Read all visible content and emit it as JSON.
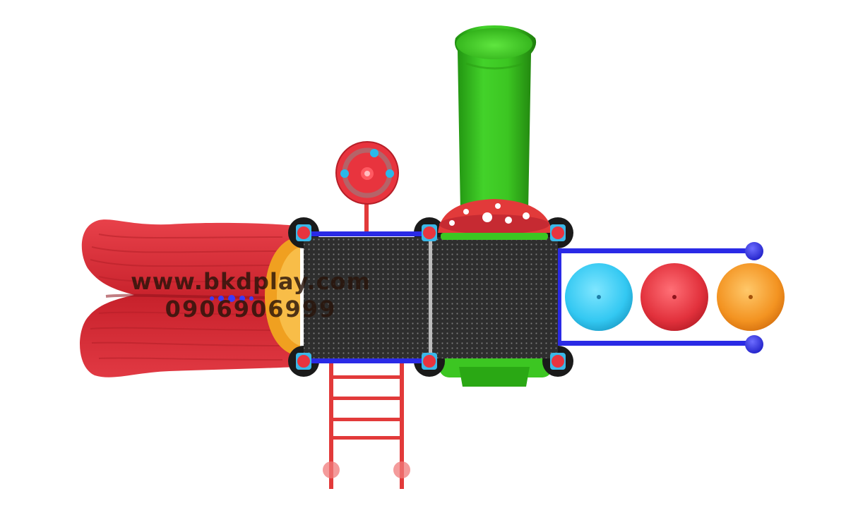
{
  "watermark": {
    "website": "www.bkdplay.com",
    "phone": "0906906999"
  },
  "colors": {
    "slide_red": "#d8303a",
    "tube_green": "#35c41a",
    "frame_blue": "#2a2ae6",
    "deck_dark": "#2e2e2e",
    "stepper_cyan": "#3ad0f5",
    "stepper_red": "#e8323e",
    "stepper_orange": "#f5951e",
    "hood_orange": "#f0a020",
    "ladder_red": "#e23a3a"
  },
  "objects": [
    "wavy-double-slide",
    "tube-slide",
    "climbing-ladder",
    "steering-wheel",
    "stepping-stones",
    "deck-platform",
    "mushroom-roof"
  ]
}
